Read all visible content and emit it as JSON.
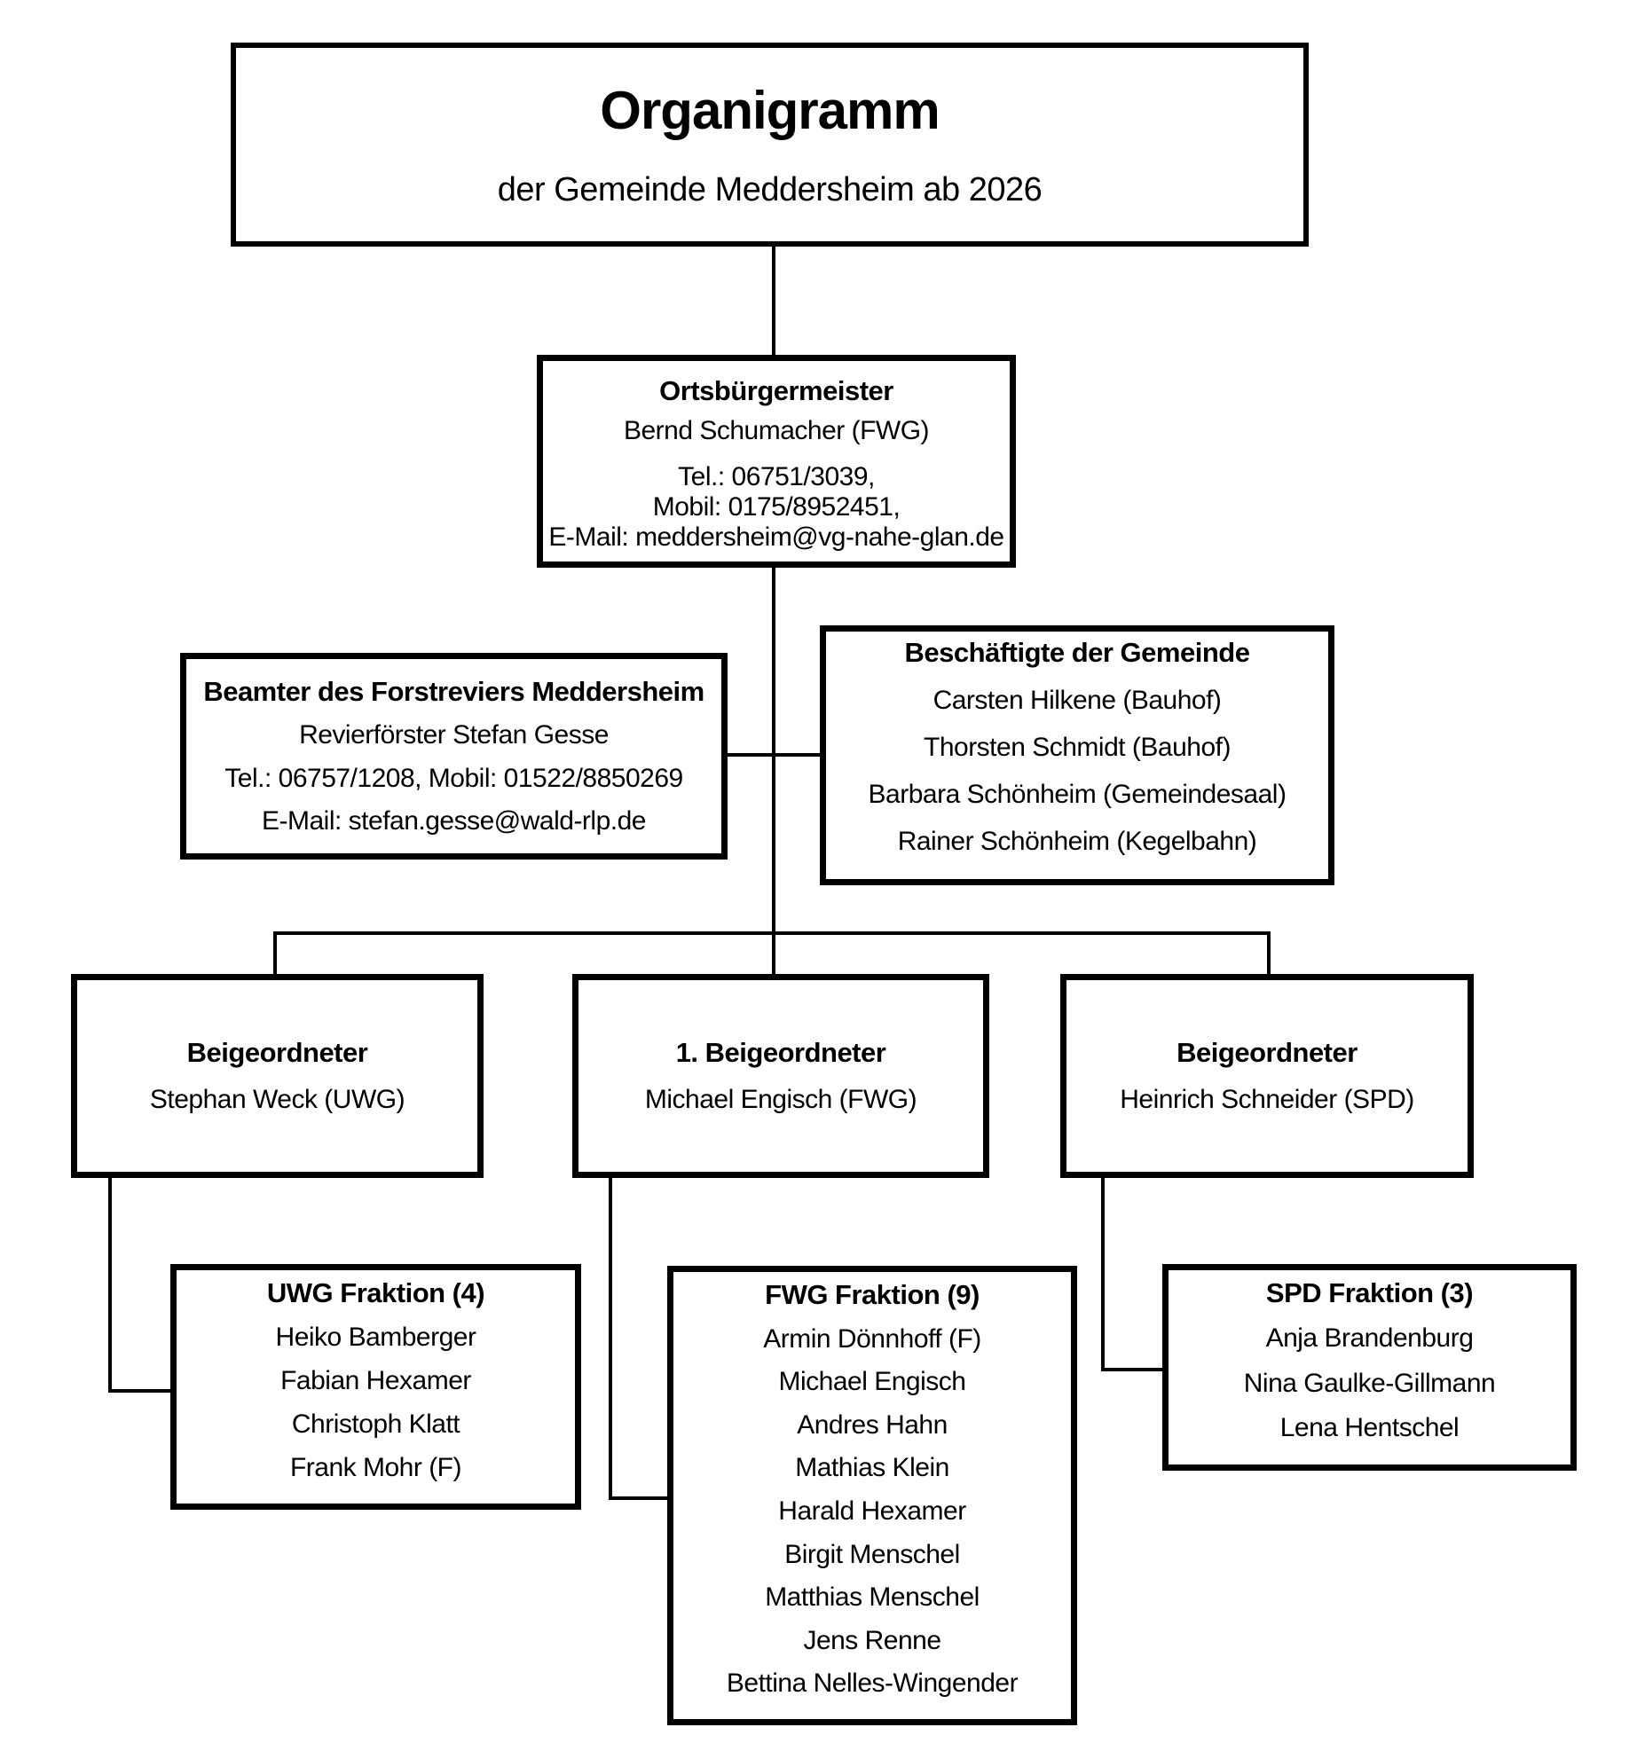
{
  "colors": {
    "background": "#ffffff",
    "border": "#000000",
    "text": "#000000"
  },
  "header": {
    "title": "Organigramm",
    "subtitle": "der Gemeinde Meddersheim ab 2026"
  },
  "mayor": {
    "title": "Ortsbürgermeister",
    "name": "Bernd Schumacher (FWG)",
    "tel": "Tel.: 06751/3039,",
    "mobil": "Mobil: 0175/8952451,",
    "email": "E-Mail: meddersheim@vg-nahe-glan.de"
  },
  "forest": {
    "title": "Beamter des Forstreviers Meddersheim",
    "name": "Revierförster Stefan Gesse",
    "tel_mobil": "Tel.: 06757/1208, Mobil: 01522/8850269",
    "email": "E-Mail: stefan.gesse@wald-rlp.de"
  },
  "employees": {
    "title": "Beschäftigte der Gemeinde",
    "members": [
      "Carsten Hilkene (Bauhof)",
      "Thorsten Schmidt (Bauhof)",
      "Barbara Schönheim (Gemeindesaal)",
      "Rainer Schönheim (Kegelbahn)"
    ]
  },
  "deputies": [
    {
      "title": "Beigeordneter",
      "name": "Stephan Weck (UWG)"
    },
    {
      "title": "1. Beigeordneter",
      "name": "Michael Engisch (FWG)"
    },
    {
      "title": "Beigeordneter",
      "name": "Heinrich Schneider (SPD)"
    }
  ],
  "factions": [
    {
      "title": "UWG Fraktion (4)",
      "members": [
        "Heiko Bamberger",
        "Fabian Hexamer",
        "Christoph Klatt",
        "Frank Mohr (F)"
      ]
    },
    {
      "title": "FWG Fraktion (9)",
      "members": [
        "Armin Dönnhoff (F)",
        "Michael Engisch",
        "Andres Hahn",
        "Mathias Klein",
        "Harald Hexamer",
        "Birgit Menschel",
        "Matthias Menschel",
        "Jens Renne",
        "Bettina Nelles-Wingender"
      ]
    },
    {
      "title": "SPD Fraktion (3)",
      "members": [
        "Anja Brandenburg",
        "Nina Gaulke-Gillmann",
        "Lena Hentschel"
      ]
    }
  ]
}
